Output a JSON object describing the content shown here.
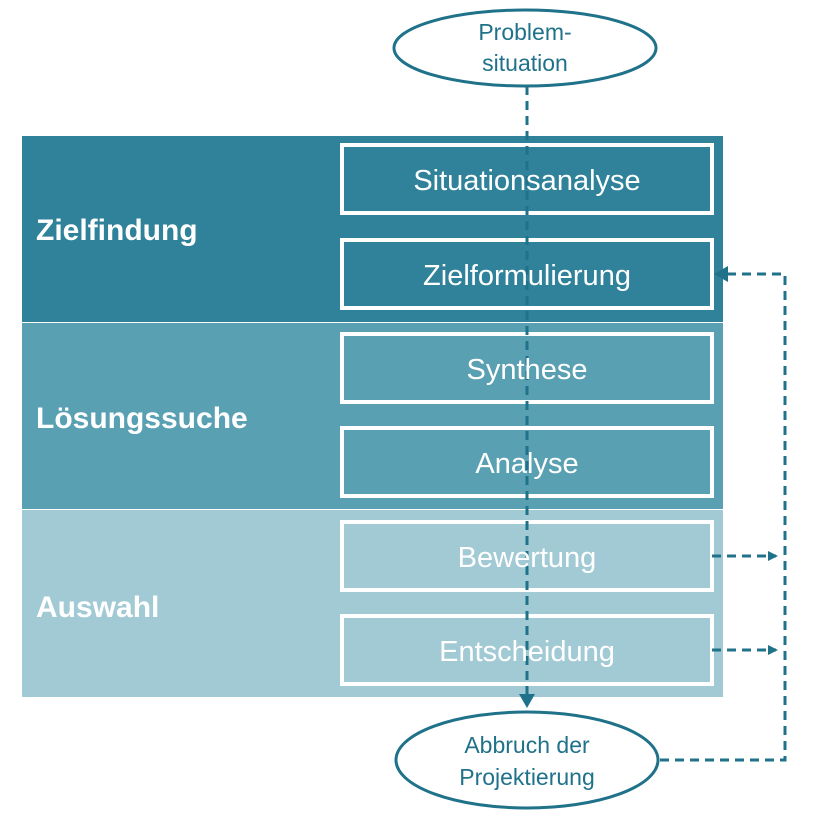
{
  "start_node": {
    "line1": "Problem-",
    "line2": "situation"
  },
  "end_node": {
    "line1": "Abbruch der",
    "line2": "Projektierung"
  },
  "phases": [
    {
      "label": "Zielfindung",
      "color": "#2f8299",
      "steps": [
        "Situationsanalyse",
        "Zielformulierung"
      ]
    },
    {
      "label": "Lösungssuche",
      "color": "#5aa0b3",
      "steps": [
        "Synthese",
        "Analyse"
      ]
    },
    {
      "label": "Auswahl",
      "color": "#a2cad5",
      "steps": [
        "Bewertung",
        "Entscheidung"
      ]
    }
  ],
  "colors": {
    "accent": "#1f7289",
    "border": "#ffffff"
  }
}
